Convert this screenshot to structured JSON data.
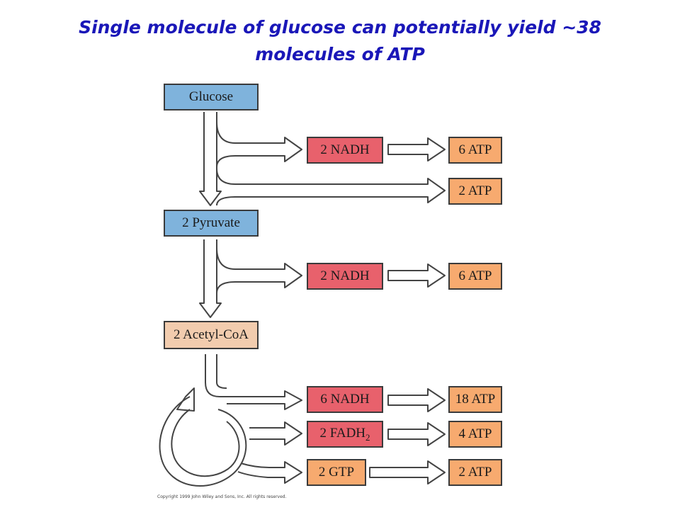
{
  "title": {
    "line1": "Single molecule of glucose can potentially yield ~38",
    "line2": "molecules of ATP"
  },
  "nodes": {
    "glucose": "Glucose",
    "pyruvate": "2 Pyruvate",
    "acetyl_coa": "2 Acetyl-CoA",
    "glycolysis_nadh": "2 NADH",
    "glycolysis_nadh_atp": "6 ATP",
    "glycolysis_atp": "2 ATP",
    "pyruvate_nadh": "2 NADH",
    "pyruvate_nadh_atp": "6 ATP",
    "krebs_nadh": "6 NADH",
    "krebs_nadh_atp": "18 ATP",
    "krebs_fadh_prefix": "2 FADH",
    "krebs_fadh_sub": "2",
    "krebs_fadh_atp": "4 ATP",
    "krebs_gtp": "2 GTP",
    "krebs_gtp_atp": "2 ATP"
  },
  "colors": {
    "title": "#1a17b8",
    "substrate_box": "#7fb3dc",
    "carrier_box": "#e8616c",
    "atp_box": "#f7aa6f",
    "acetyl_box": "#f2ccae"
  },
  "copyright": "Copyright 1999 John Wiley and Sons, Inc. All rights reserved."
}
